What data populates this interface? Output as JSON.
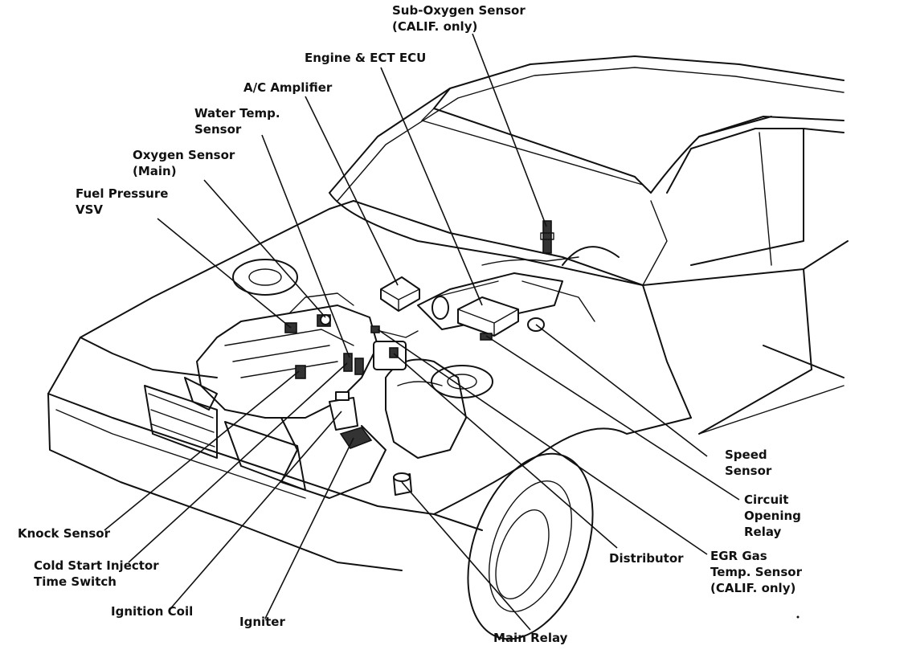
{
  "labels": {
    "sub_oxygen_sensor": {
      "line1": "Sub-Oxygen Sensor",
      "line2": "(CALIF. only)"
    },
    "engine_ect_ecu": {
      "line1": "Engine & ECT ECU"
    },
    "ac_amplifier": {
      "line1": "A/C Amplifier"
    },
    "water_temp_sensor": {
      "line1": "Water Temp.",
      "line2": "Sensor"
    },
    "oxygen_sensor_main": {
      "line1": "Oxygen Sensor",
      "line2": "(Main)"
    },
    "fuel_pressure_vsv": {
      "line1": "Fuel Pressure",
      "line2": "VSV"
    },
    "speed_sensor": {
      "line1": "Speed",
      "line2": "Sensor"
    },
    "circuit_opening_relay": {
      "line1": "Circuit",
      "line2": "Opening",
      "line3": "Relay"
    },
    "knock_sensor": {
      "line1": "Knock Sensor"
    },
    "cold_start_injector_time_switch": {
      "line1": "Cold Start Injector",
      "line2": "Time Switch"
    },
    "ignition_coil": {
      "line1": "Ignition Coil"
    },
    "igniter": {
      "line1": "Igniter"
    },
    "main_relay": {
      "line1": "Main Relay"
    },
    "distributor": {
      "line1": "Distributor"
    },
    "egr_gas_temp_sensor": {
      "line1": "EGR Gas",
      "line2": "Temp. Sensor",
      "line3": "(CALIF. only)"
    }
  },
  "colors": {
    "ink": "#111111",
    "background": "#ffffff"
  }
}
